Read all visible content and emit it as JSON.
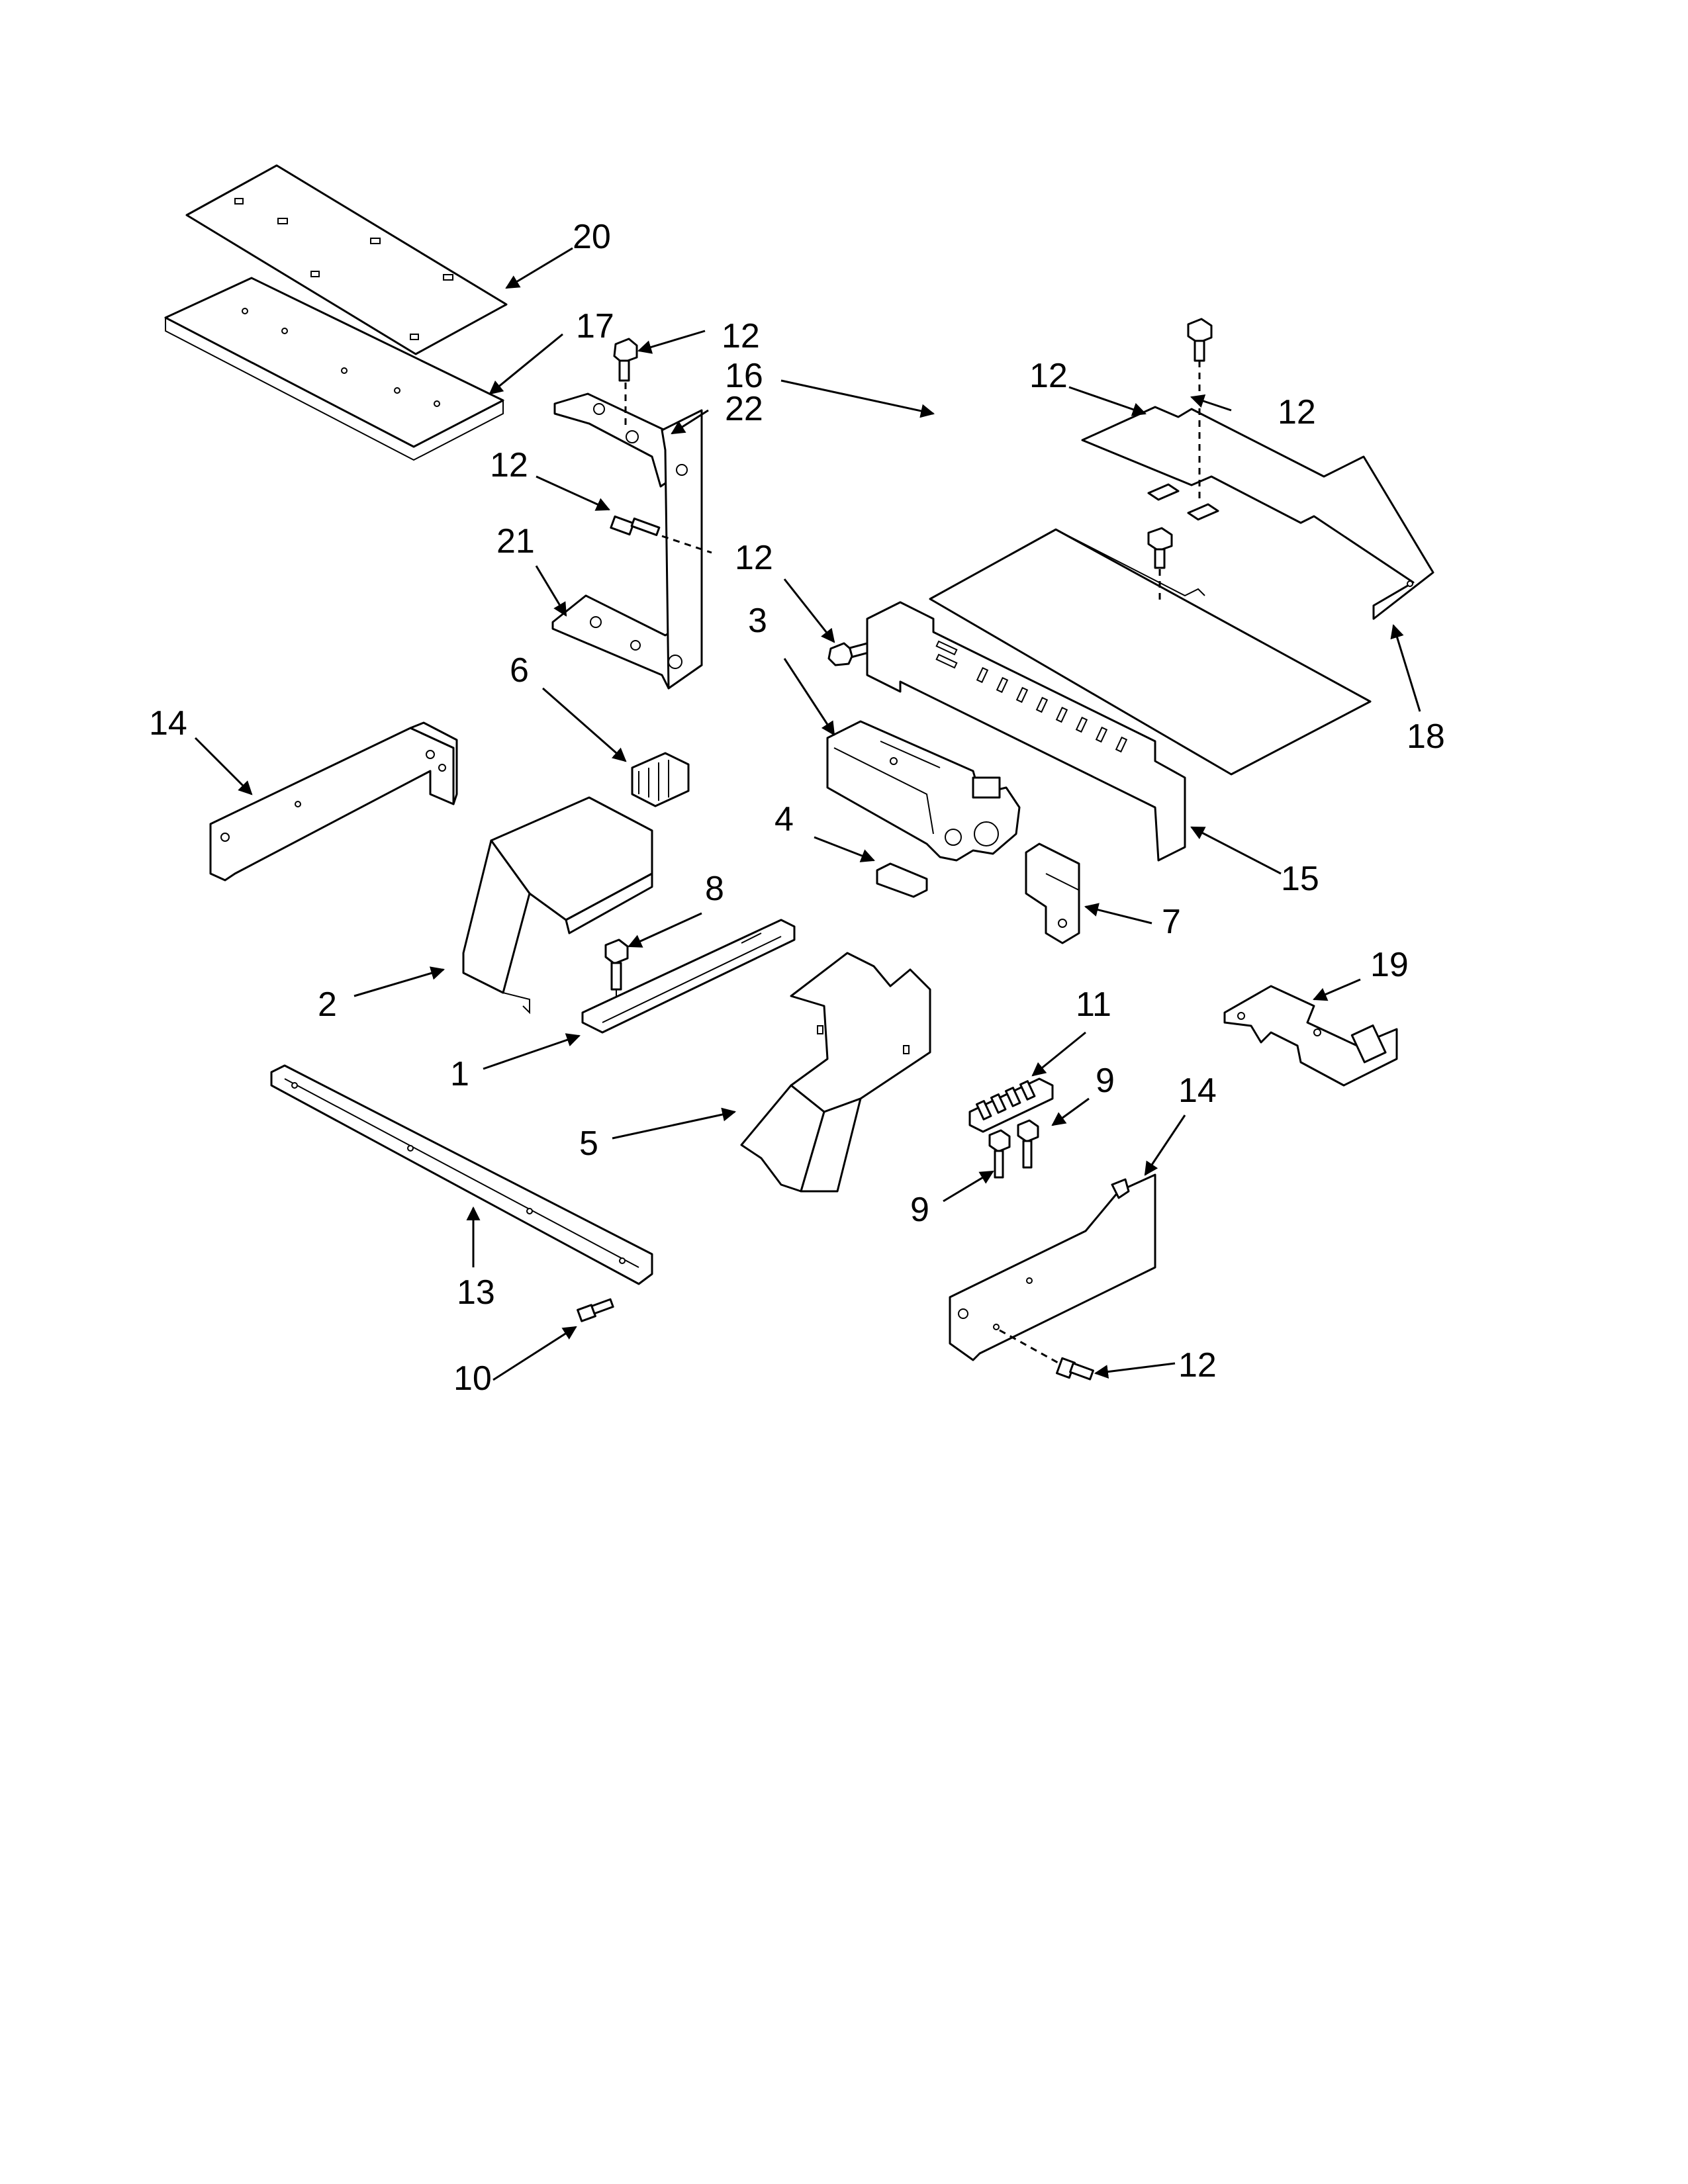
{
  "callouts": {
    "c1": "1",
    "c2": "2",
    "c3": "3",
    "c4": "4",
    "c5": "5",
    "c6": "6",
    "c7": "7",
    "c8": "8",
    "c9a": "9",
    "c9b": "9",
    "c10": "10",
    "c11": "11",
    "c12a": "12",
    "c12b": "12",
    "c12c": "12",
    "c12d": "12",
    "c12e": "12",
    "c12f": "12",
    "c13": "13",
    "c14a": "14",
    "c14b": "14",
    "c15": "15",
    "c16": "16",
    "c17": "17",
    "c18": "18",
    "c19": "19",
    "c20": "20",
    "c21": "21",
    "c22": "22"
  }
}
